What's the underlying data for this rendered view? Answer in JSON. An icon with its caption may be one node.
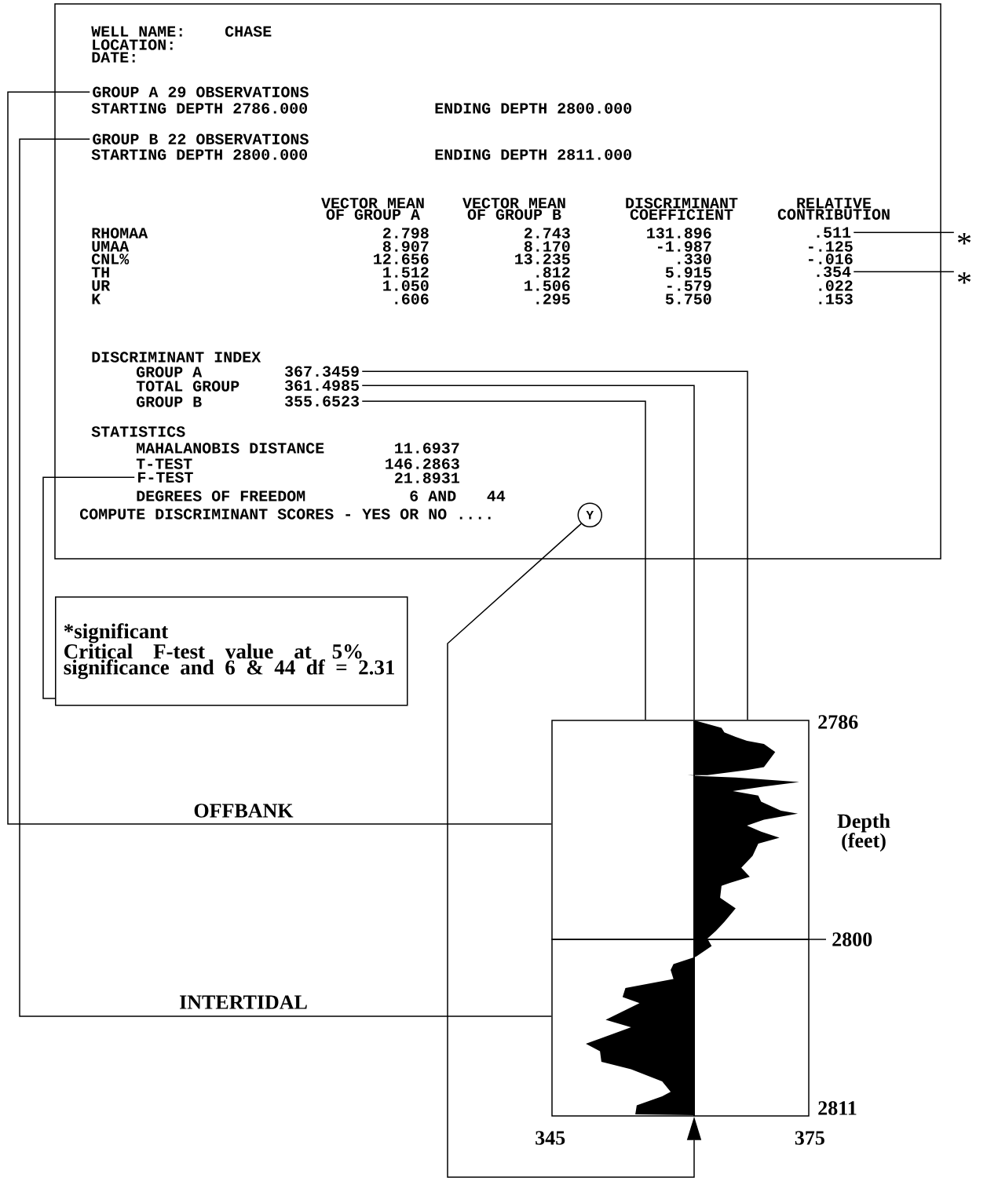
{
  "diagram": {
    "nodes": [
      {
        "text": [],
        "shape": "box"
      },
      {
        "text": [
          "GROUP A 29 OBSERVATIONS"
        ],
        "in": 0
      },
      {
        "text": [
          "GROUP B 22 OBSERVATIONS"
        ],
        "in": 0
      },
      {
        "text": [
          ".511"
        ],
        "in": 0
      },
      {
        "text": [
          ".354"
        ],
        "in": 0
      },
      {
        "text": [
          "367.3459"
        ],
        "in": 0
      },
      {
        "text": [
          "361.4985"
        ],
        "in": 0
      },
      {
        "text": [
          "355.6523"
        ],
        "in": 0
      },
      {
        "text": [
          "F-TEST"
        ],
        "in": 0
      },
      {
        "text": [
          "Y"
        ],
        "in": 0
      },
      {
        "text": [
          "*"
        ]
      },
      {
        "text": [
          "*"
        ]
      },
      {
        "text": [
          "*significant",
          "Critical F-test value at 5% significance and 6 & 44 df = 2.31"
        ]
      },
      {
        "text": [],
        "shape": "box"
      },
      {
        "text": [],
        "shape": "box"
      }
    ],
    "edges": [
      {
        "from": 1,
        "to": 13,
        "arrow": "none",
        "label": "OFFBANK"
      },
      {
        "from": 2,
        "to": 14,
        "arrow": "none",
        "label": "INTERTIDAL"
      },
      {
        "from": 3,
        "to": 10,
        "arrow": "none"
      },
      {
        "from": 4,
        "to": 11,
        "arrow": "none"
      },
      {
        "from": 5,
        "to": 13,
        "arrow": "none"
      },
      {
        "from": 6,
        "to": 13,
        "arrow": "none"
      },
      {
        "from": 7,
        "to": 13,
        "arrow": "none"
      },
      {
        "from": 8,
        "to": 12,
        "arrow": "none"
      },
      {
        "from": 9,
        "to": 14,
        "arrow": "to"
      }
    ],
    "labels": [
      "WELL NAME:",
      "CHASE",
      "LOCATION:",
      "DATE:",
      "STARTING DEPTH 2786.000",
      "ENDING DEPTH 2800.000",
      "STARTING DEPTH 2800.000",
      "ENDING DEPTH 2811.000",
      "VECTOR MEAN OF GROUP A",
      "VECTOR MEAN OF GROUP B",
      "DISCRIMINANT COEFFICIENT",
      "RELATIVE CONTRIBUTION",
      "RHOMAA",
      "2.798",
      "2.743",
      "131.896",
      "UMAA",
      "8.907",
      "8.170",
      "-1.987",
      "-.125",
      "CNL%",
      "12.656",
      "13.235",
      ".330",
      "-.016",
      "TH",
      "1.512",
      ".812",
      "5.915",
      "UR",
      "1.050",
      "1.506",
      "-.579",
      ".022",
      "K",
      ".606",
      ".295",
      "5.750",
      ".153",
      "DISCRIMINANT INDEX",
      "GROUP A",
      "TOTAL GROUP",
      "GROUP B",
      "STATISTICS",
      "MAHALANOBIS DISTANCE",
      "11.6937",
      "T-TEST",
      "146.2863",
      "21.8931",
      "DEGREES OF FREEDOM",
      "6 AND",
      "44",
      "COMPUTE DISCRIMINANT SCORES - YES OR NO ....",
      "2786",
      "Depth (feet)",
      "2800",
      "2811",
      "345",
      "375"
    ]
  }
}
